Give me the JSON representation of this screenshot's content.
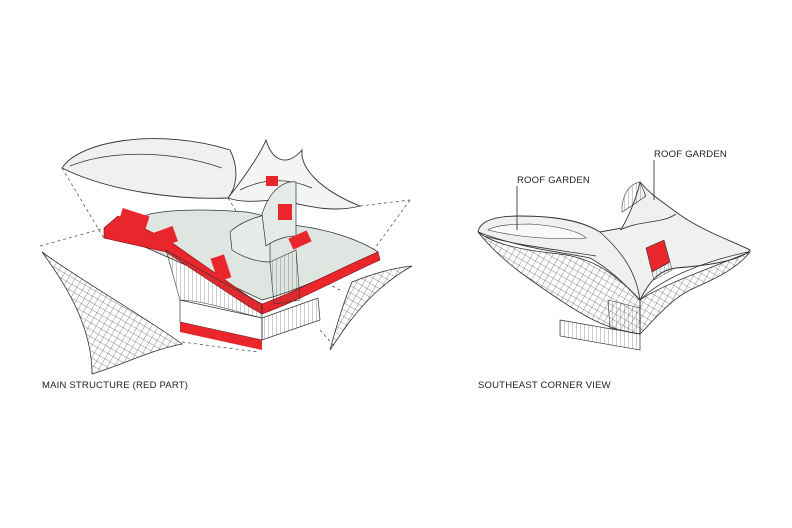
{
  "left_view": {
    "caption": "MAIN STRUCTURE (RED PART)"
  },
  "right_view": {
    "caption": "SOUTHEAST CORNER VIEW",
    "callout_1": "ROOF GARDEN",
    "callout_2": "ROOF GARDEN"
  },
  "colors": {
    "structure_red": "#e8262c",
    "roof_fill": "#eef1ee",
    "glass_fill": "#dfe5e0",
    "line": "#333333"
  }
}
